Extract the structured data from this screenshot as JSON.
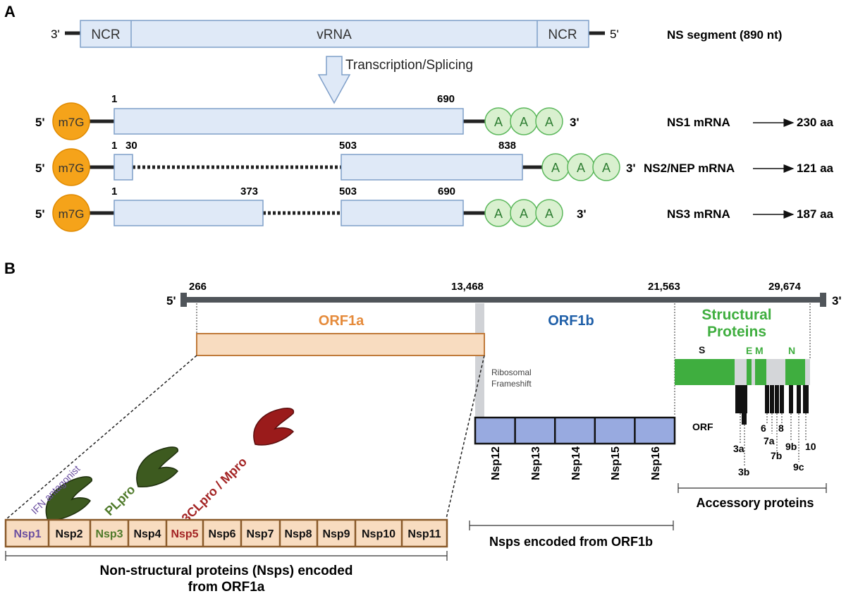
{
  "panel_a": {
    "label": "A",
    "segment": {
      "end3": "3'",
      "end5": "5'",
      "ncr_left": "NCR",
      "vrna": "vRNA",
      "ncr_right": "NCR",
      "title": "NS segment (890 nt)"
    },
    "transcription": "Transcription/Splicing",
    "cap": "m7G",
    "end5": "5'",
    "end3": "3'",
    "polyA": "A",
    "rows": [
      {
        "label": "NS1 mRNA",
        "product": "230 aa",
        "pos1": "1",
        "pos2": "690"
      },
      {
        "label": "NS2/NEP mRNA",
        "product": "121 aa",
        "pos1": "1",
        "pos2": "30",
        "pos3": "503",
        "pos4": "838"
      },
      {
        "label": "NS3 mRNA",
        "product": "187 aa",
        "pos1": "1",
        "pos2": "373",
        "pos3": "503",
        "pos4": "690"
      }
    ]
  },
  "panel_b": {
    "label": "B",
    "end5": "5'",
    "end3": "3'",
    "positions": [
      "266",
      "13,468",
      "21,563",
      "29,674"
    ],
    "orf1a": "ORF1a",
    "orf1b": "ORF1b",
    "structural_line1": "Structural",
    "structural_line2": "Proteins",
    "ribosomal_line1": "Ribosomal",
    "ribosomal_line2": "Frameshift",
    "struct_labels": {
      "s": "S",
      "e": "E",
      "m": "M",
      "n": "N"
    },
    "orf_label": "ORF",
    "accessory_labels": [
      "3a",
      "3b",
      "6",
      "7a",
      "7b",
      "8",
      "9b",
      "9c",
      "10"
    ],
    "accessory_caption": "Accessory proteins",
    "nsps_1a": [
      "Nsp1",
      "Nsp2",
      "Nsp3",
      "Nsp4",
      "Nsp5",
      "Nsp6",
      "Nsp7",
      "Nsp8",
      "Nsp9",
      "Nsp10",
      "Nsp11"
    ],
    "nsps_1b": [
      "Nsp12",
      "Nsp13",
      "Nsp14",
      "Nsp15",
      "Nsp16"
    ],
    "ifn_antagonist": "IFN antagonist",
    "plpro": "PLpro",
    "clpro": "3CLpro / Mpro",
    "caption_1a_line1": "Non-structural proteins (Nsps) encoded",
    "caption_1a_line2": "from ORF1a",
    "caption_1b": "Nsps encoded from ORF1b"
  },
  "colors": {
    "box_fill": "#dfe9f7",
    "box_stroke": "#7f9fc9",
    "cap_fill": "#f5a31a",
    "polyA_fill": "#d9f0cf",
    "polyA_stroke": "#5cb85c",
    "orf1a_fill": "#f8dcc0",
    "orf1a_text": "#e58a3a",
    "orf1b_text": "#1f5fa8",
    "orf1b_fill": "#98aae0",
    "structural_green": "#3fae3f",
    "nsp1_purple": "#6a4ea0",
    "nsp3_green": "#4f7a2a",
    "nsp5_red": "#a32424"
  }
}
